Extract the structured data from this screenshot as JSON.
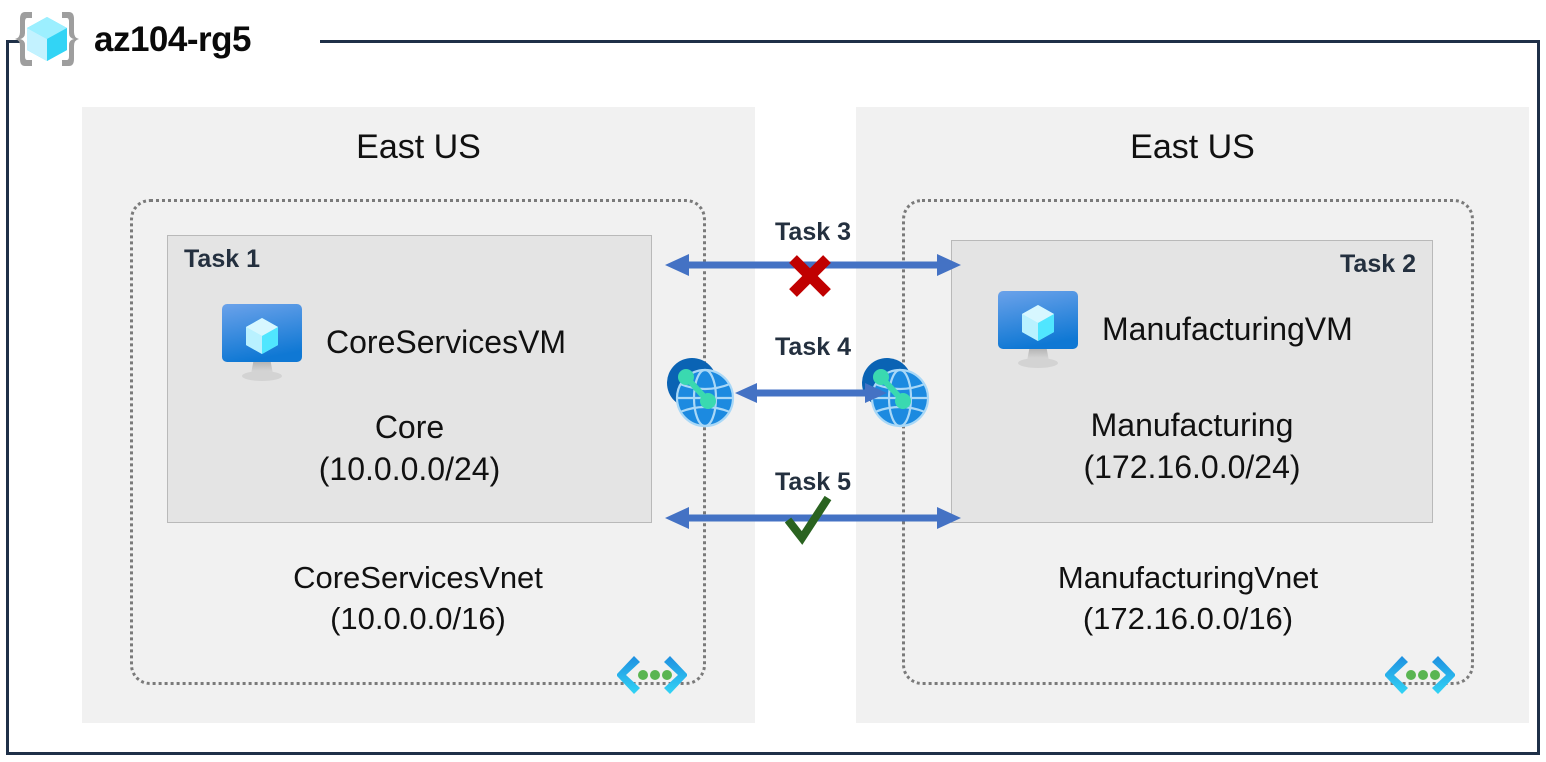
{
  "diagram": {
    "resource_group": {
      "name": "az104-rg5",
      "icon": "resource-group-cube-icon"
    },
    "regions": [
      {
        "id": "left",
        "label": "East US"
      },
      {
        "id": "right",
        "label": "East US"
      }
    ],
    "vnets": [
      {
        "id": "coreservices",
        "name": "CoreServicesVnet",
        "cidr": "(10.0.0.0/16)",
        "corner_icon": "virtual-network-icon",
        "subnet": {
          "task_tag": "Task 1",
          "task_tag_align": "left",
          "vm_name": "CoreServicesVM",
          "vm_icon": "virtual-machine-icon",
          "subnet_name": "Core",
          "subnet_cidr": "(10.0.0.0/24)"
        },
        "peering_icon": "vnet-peering-icon"
      },
      {
        "id": "manufacturing",
        "name": "ManufacturingVnet",
        "cidr": "(172.16.0.0/16)",
        "corner_icon": "virtual-network-icon",
        "subnet": {
          "task_tag": "Task 2",
          "task_tag_align": "right",
          "vm_name": "ManufacturingVM",
          "vm_icon": "virtual-machine-icon",
          "subnet_name": "Manufacturing",
          "subnet_cidr": "(172.16.0.0/24)"
        },
        "peering_icon": "vnet-peering-icon"
      }
    ],
    "connections": [
      {
        "id": "task3",
        "label": "Task 3",
        "status": "blocked",
        "marker": "red-cross-icon",
        "arrow": "double"
      },
      {
        "id": "task4",
        "label": "Task 4",
        "status": "peering",
        "marker": "none",
        "arrow": "double"
      },
      {
        "id": "task5",
        "label": "Task 5",
        "status": "allowed",
        "marker": "green-check-icon",
        "arrow": "double"
      }
    ],
    "colors": {
      "frame": "#1f3048",
      "region_panel": "#f1f1f1",
      "subnet_fill": "#e4e4e4",
      "subnet_border": "#b9b9b9",
      "vnet_border": "#7a7a7a",
      "arrow": "#4472c4",
      "task_text": "#24303f",
      "cross": "#c00000",
      "check": "#1f5c1f",
      "azure_blue": "#0f78d4",
      "azure_cyan": "#50e6ff"
    }
  }
}
